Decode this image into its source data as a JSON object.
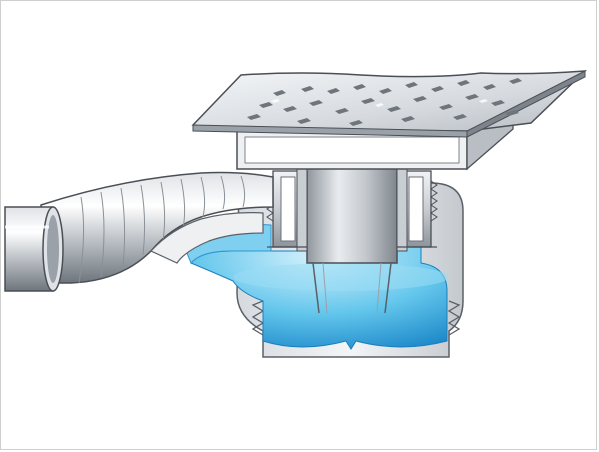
{
  "figure": {
    "subject": "floor-drain-cross-section",
    "colors": {
      "background": "#ffffff",
      "frame_border": "#cfcfcf",
      "metal_light": "#e6e9ec",
      "metal_mid": "#b9bec4",
      "metal_dark": "#7e858c",
      "outline": "#4a4f55",
      "water_light": "#bfe6f7",
      "water_mid": "#5cc3ea",
      "water_deep": "#1f8fd0"
    },
    "parts": [
      {
        "id": "grate",
        "icon": "perforated-grate-icon"
      },
      {
        "id": "frame",
        "icon": "grate-frame-icon"
      },
      {
        "id": "trap-body",
        "icon": "trap-body-icon"
      },
      {
        "id": "standpipe",
        "icon": "standpipe-icon"
      },
      {
        "id": "outlet-pipe",
        "icon": "outlet-pipe-icon"
      },
      {
        "id": "flexible-hose",
        "icon": "corrugated-hose-icon"
      },
      {
        "id": "water-seal",
        "icon": "water-seal-icon"
      }
    ]
  }
}
